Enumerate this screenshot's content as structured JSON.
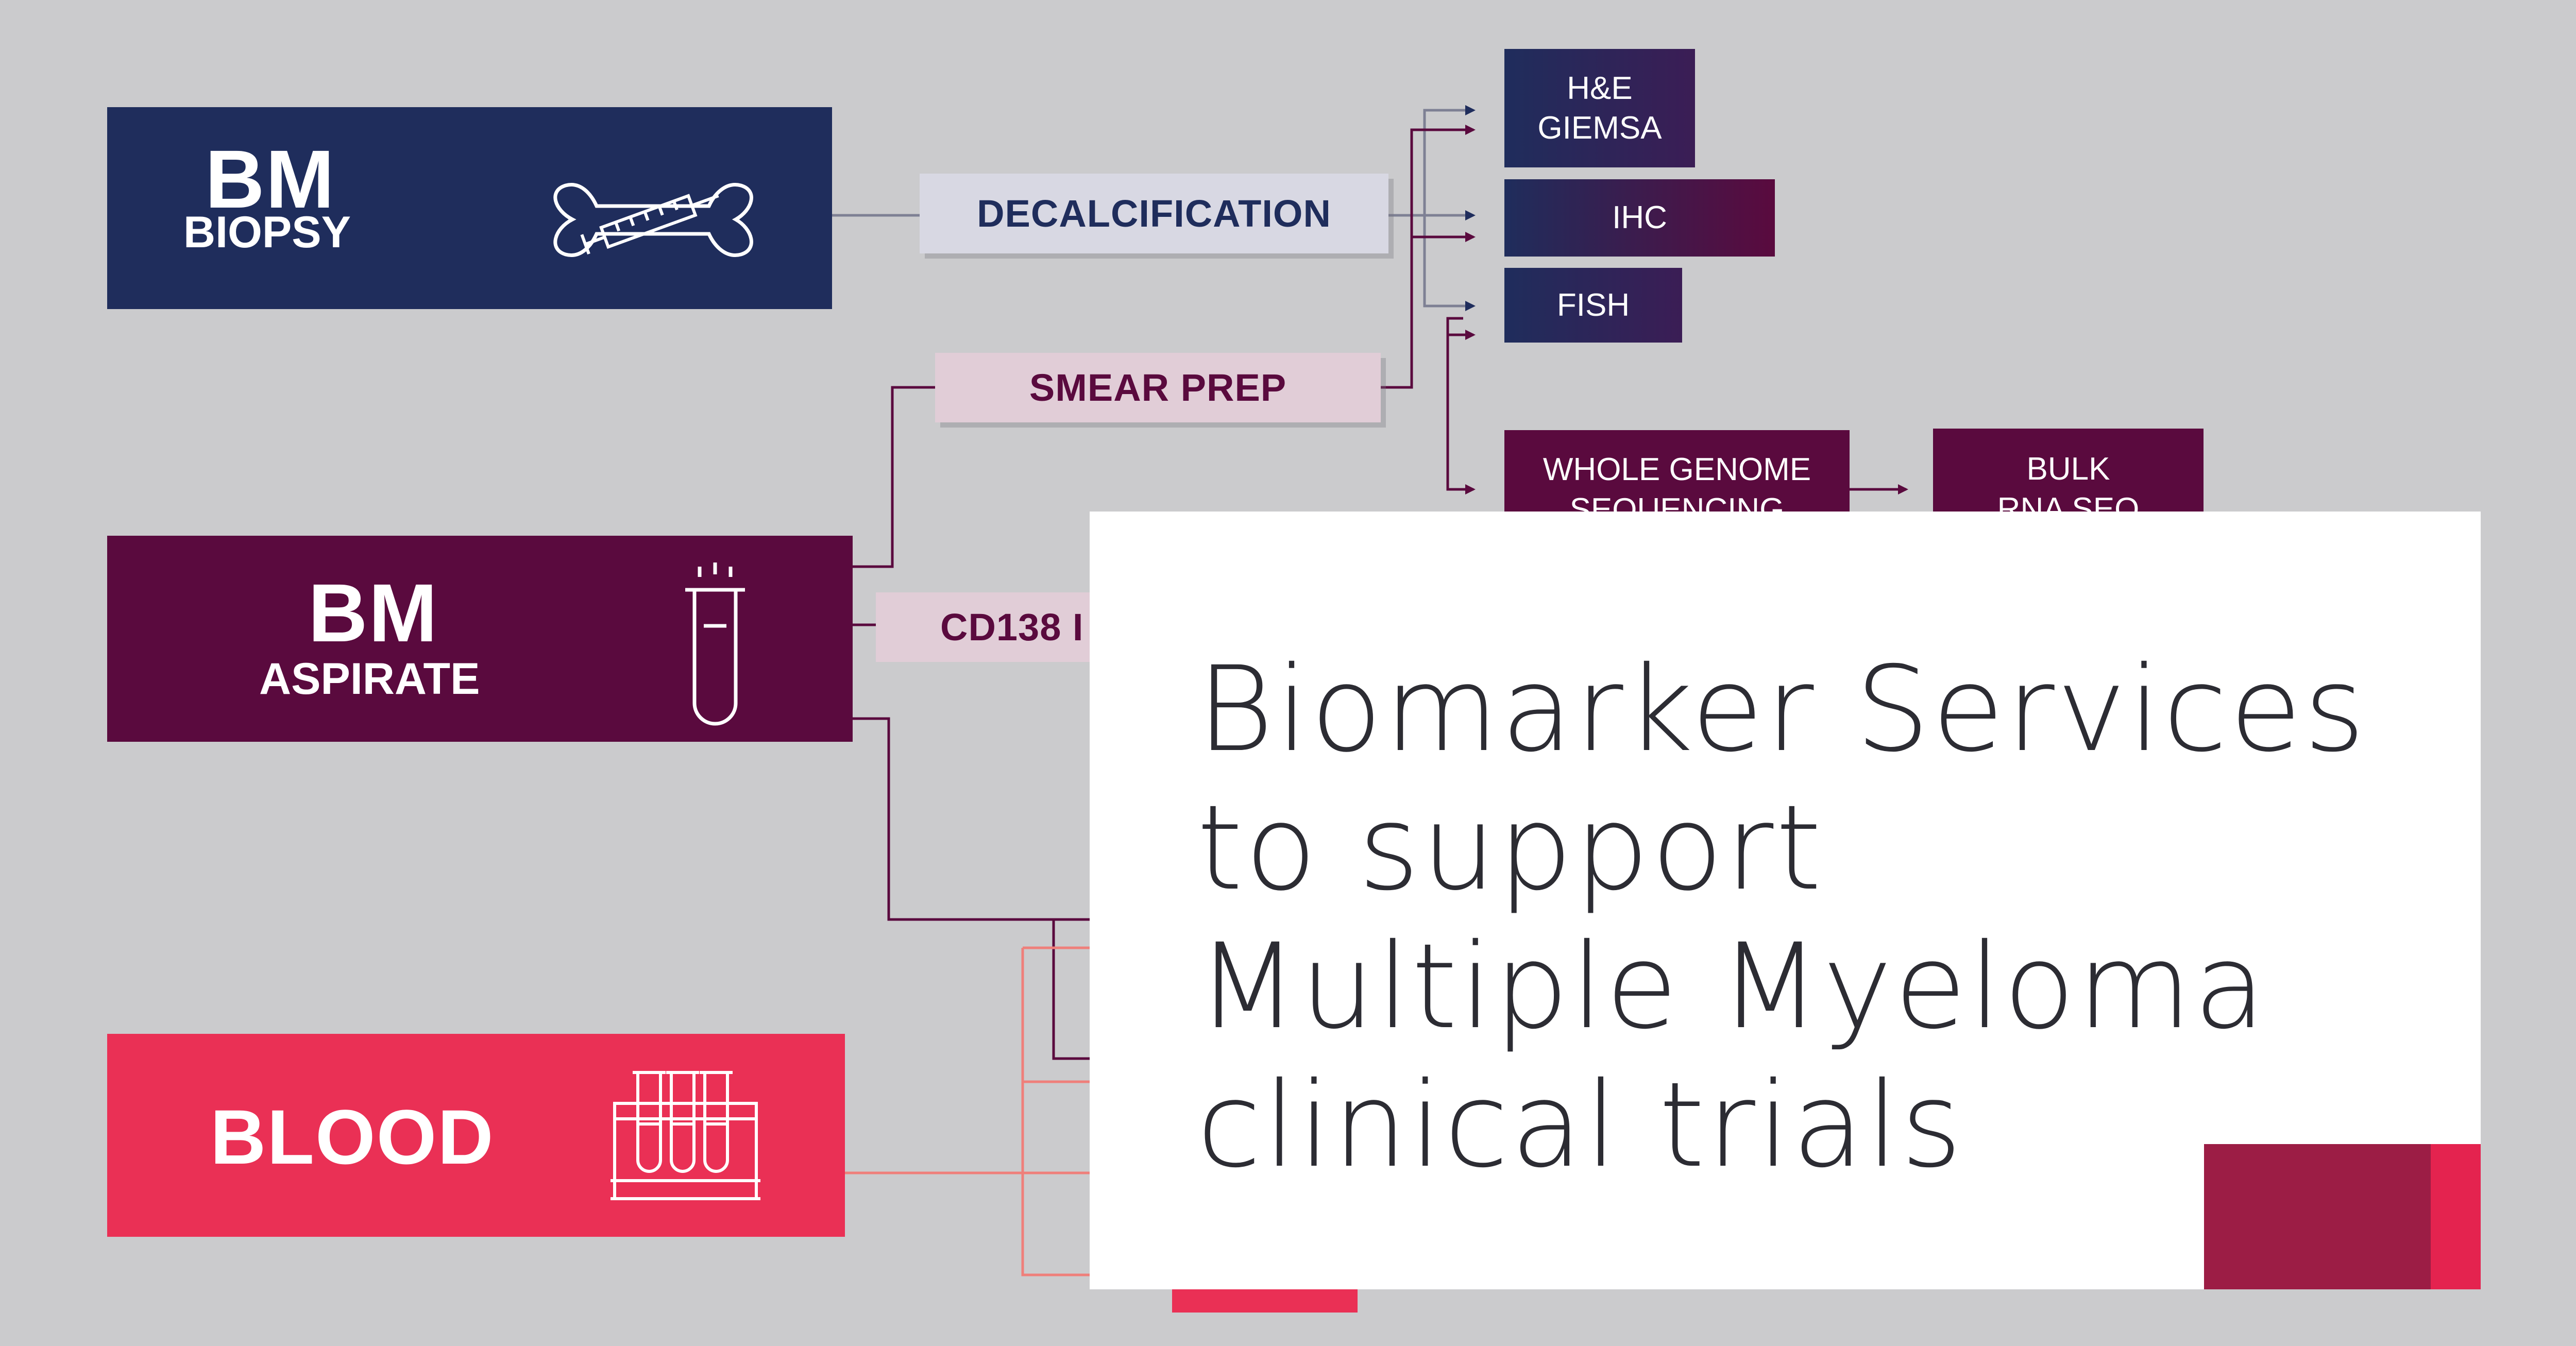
{
  "colors": {
    "background": "#cbcbcd",
    "navy": "#1f2d5c",
    "plum": "#5a0a3e",
    "red": "#ea3055",
    "decal_bg": "#d8d8e3",
    "smear_bg": "#e1cdd7",
    "line_gray": "#7e8094",
    "line_plum": "#5a0a3e",
    "line_red": "#ef7f7a",
    "card": "#ffffff",
    "accent_dark": "#9c1d45",
    "accent_light": "#e4234f"
  },
  "sources": {
    "biopsy": {
      "line1": "BM",
      "line2": "BIOPSY",
      "icon": "bone-syringe-icon"
    },
    "aspirate": {
      "line1": "BM",
      "line2": "ASPIRATE",
      "icon": "test-tube-icon"
    },
    "blood": {
      "line1": "BLOOD",
      "icon": "blood-tubes-rack-icon"
    }
  },
  "steps": {
    "decalcification": "DECALCIFICATION",
    "smear_prep": "SMEAR PREP",
    "cd138": "CD138 I"
  },
  "outputs": {
    "he_line1": "H&E",
    "he_line2": "GIEMSA",
    "ihc": "IHC",
    "fish": "FISH",
    "wgs_line1": "WHOLE GENOME",
    "wgs_line2": "SEQUENCING",
    "bulk_line1": "BULK",
    "bulk_line2": "RNA SEQ"
  },
  "card": {
    "title_lines": [
      "Biomarker Services",
      "to support",
      "Multiple Myeloma",
      "clinical trials"
    ]
  }
}
